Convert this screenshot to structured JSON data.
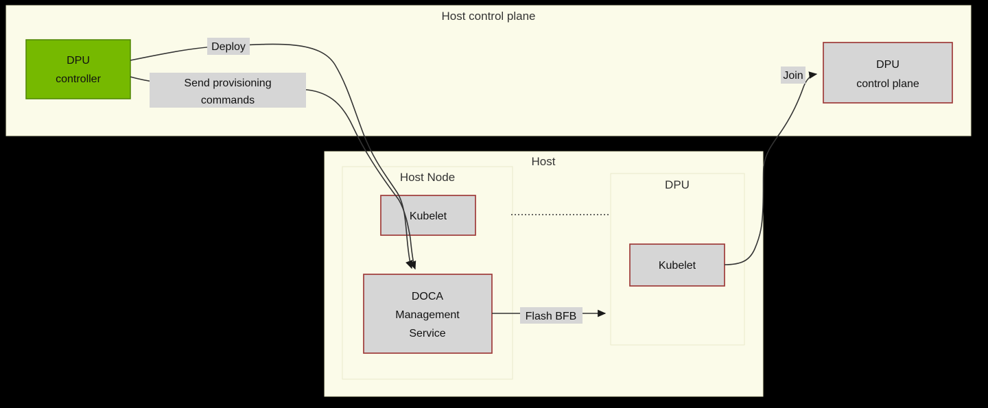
{
  "colors": {
    "page_bg": "#000000",
    "cluster_fill": "#fbfbe9",
    "cluster_border": "#e7e7c6",
    "node_gray_fill": "#d6d6d6",
    "node_red_border": "#9e3a38",
    "green_node_fill": "#76b900",
    "green_node_border": "#4e8400",
    "edge_color": "#333333",
    "edge_label_bg": "#d6d6d6",
    "text_color": "#111111",
    "title_color": "#333333"
  },
  "clusters": {
    "host_control_plane": {
      "title": "Host control plane"
    },
    "host": {
      "title": "Host"
    },
    "host_node": {
      "title": "Host Node"
    },
    "dpu": {
      "title": "DPU"
    }
  },
  "nodes": {
    "dpu_controller": {
      "lines": [
        "DPU",
        "controller"
      ]
    },
    "dpu_control_plane": {
      "lines": [
        "DPU",
        "control plane"
      ]
    },
    "kubelet_host": {
      "label": "Kubelet"
    },
    "doca_management_service": {
      "lines": [
        "DOCA",
        "Management",
        "Service"
      ]
    },
    "kubelet_dpu": {
      "label": "Kubelet"
    }
  },
  "edge_labels": {
    "deploy": "Deploy",
    "send_provisioning": {
      "lines": [
        "Send provisioning",
        "commands"
      ]
    },
    "join": "Join",
    "flash_bfb": "Flash BFB"
  }
}
